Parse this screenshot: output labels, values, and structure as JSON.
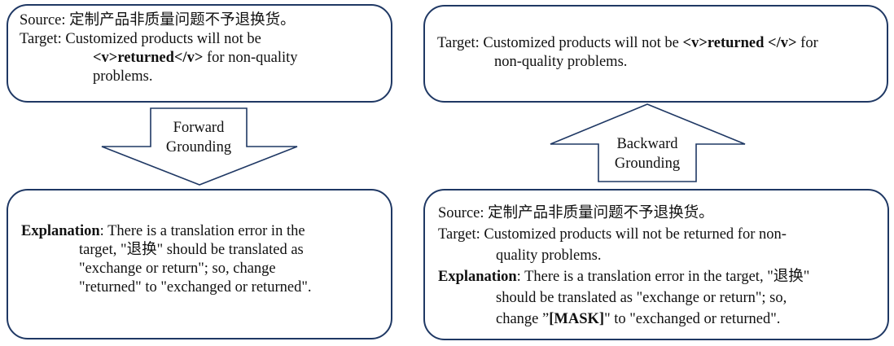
{
  "forward_panel": {
    "source_label": "Source:",
    "source_text": "定制产品非质量问题不予退换货。",
    "target_label": "Target:",
    "target_line1": "Customized products will not be",
    "target_tag_open": "<v>",
    "target_tagged_word": "returned",
    "target_tag_close": "</v>",
    "target_line2_rest": " for non-quality",
    "target_line3": "problems."
  },
  "forward_arrow": {
    "label_line1": "Forward",
    "label_line2": "Grounding",
    "direction": "down"
  },
  "forward_explanation": {
    "label": "Explanation",
    "line1": ": There is a translation error in the",
    "line2": "target, \"退换\" should be translated as",
    "line3": "\"exchange or return\"; so, change",
    "line4": "\"returned\" to \"exchanged or returned\"."
  },
  "backward_panel": {
    "target_label": "Target:",
    "target_line1_pre": "Customized products will not be ",
    "target_tag_open": "<v>",
    "target_tagged_word": "returned ",
    "target_tag_close": "</v>",
    "target_line1_post": " for",
    "target_line2": "non-quality problems."
  },
  "backward_arrow": {
    "label_line1": "Backward",
    "label_line2": "Grounding",
    "direction": "up"
  },
  "backward_explanation": {
    "source_label": "Source:",
    "source_text": "定制产品非质量问题不予退换货。",
    "target_label": "Target:",
    "target_line1": "Customized products will not be returned for non-",
    "target_line2": "quality problems.",
    "explanation_label": "Explanation",
    "explanation_line1": ": There is a translation error in the target, \"退换\"",
    "explanation_line2": "should be translated as \"exchange or return\"; so,",
    "explanation_line3_pre": "change ”",
    "mask_token": "[MASK]",
    "explanation_line3_post": "\" to \"exchanged or returned\"."
  },
  "colors": {
    "border": "#1f3864",
    "text": "#111111",
    "background": "#ffffff"
  }
}
